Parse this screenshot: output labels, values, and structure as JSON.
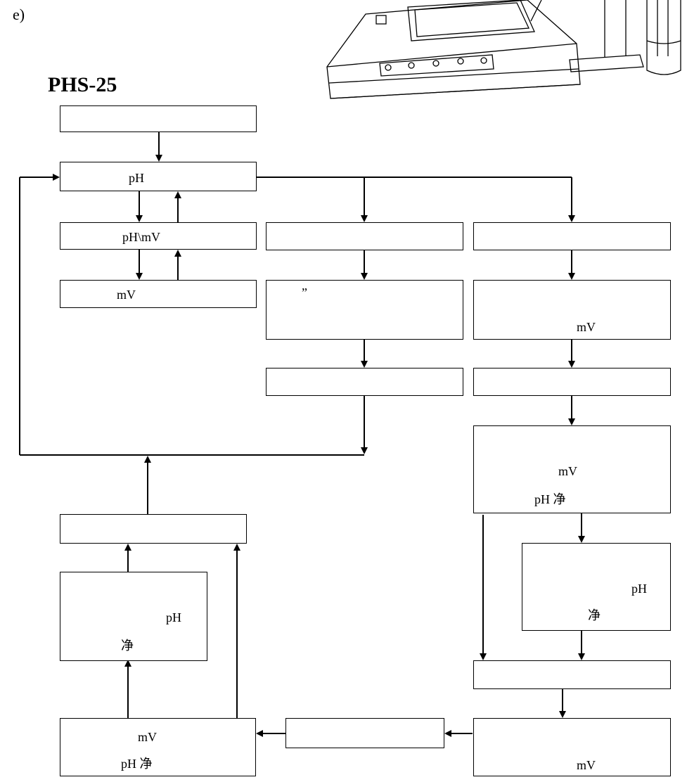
{
  "figure_label": "e)",
  "title": "PHS-25",
  "boxes": {
    "top": "",
    "ph": "pH",
    "ph_mv": "pH\\mV",
    "mv": "mV",
    "mid_1": "",
    "mid_2_mark": "”",
    "mid_3": "",
    "right_1": "",
    "right_2": "mV",
    "right_3": "",
    "right_4_line1": "mV",
    "right_4_line2": "pH 净",
    "right_5_line1": "pH",
    "right_5_line2": "净",
    "right_6": "",
    "bottom_right": "mV",
    "bottom_mid": "",
    "bottom_left_line1": "mV",
    "bottom_left_line2": "pH 净",
    "left_mid_line1": "pH",
    "left_mid_line2": "净",
    "left_top": ""
  }
}
